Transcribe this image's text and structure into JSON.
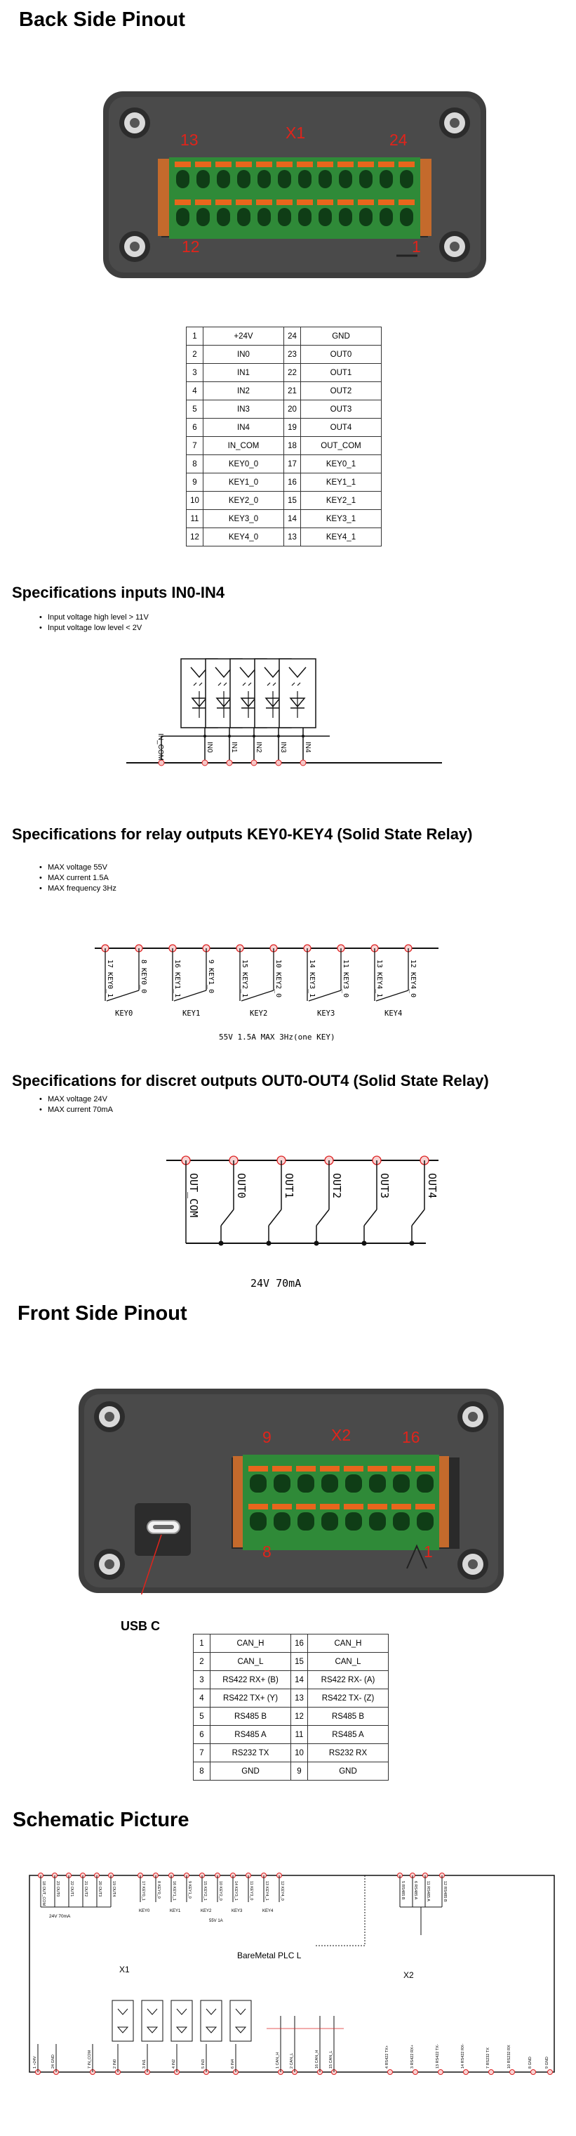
{
  "headings": {
    "back": "Back Side Pinout",
    "inputs": "Specifications inputs IN0-IN4",
    "relay": "Specifications for relay outputs KEY0-KEY4 (Solid State Relay)",
    "discrete": "Specifications for discret outputs OUT0-OUT4 (Solid State Relay)",
    "front": "Front Side Pinout",
    "schematic": "Schematic Picture"
  },
  "back_connector": {
    "name": "X1",
    "top_left": "13",
    "top_right": "24",
    "bottom_left": "12",
    "bottom_right": "1"
  },
  "back_table": [
    [
      "1",
      "+24V",
      "24",
      "GND"
    ],
    [
      "2",
      "IN0",
      "23",
      "OUT0"
    ],
    [
      "3",
      "IN1",
      "22",
      "OUT1"
    ],
    [
      "4",
      "IN2",
      "21",
      "OUT2"
    ],
    [
      "5",
      "IN3",
      "20",
      "OUT3"
    ],
    [
      "6",
      "IN4",
      "19",
      "OUT4"
    ],
    [
      "7",
      "IN_COM",
      "18",
      "OUT_COM"
    ],
    [
      "8",
      "KEY0_0",
      "17",
      "KEY0_1"
    ],
    [
      "9",
      "KEY1_0",
      "16",
      "KEY1_1"
    ],
    [
      "10",
      "KEY2_0",
      "15",
      "KEY2_1"
    ],
    [
      "11",
      "KEY3_0",
      "14",
      "KEY3_1"
    ],
    [
      "12",
      "KEY4_0",
      "13",
      "KEY4_1"
    ]
  ],
  "inputs_specs": [
    "Input voltage high level  > 11V",
    "Input voltage low level    < 2V"
  ],
  "inputs_diagram": {
    "labels": [
      "IN_COM",
      "IN0",
      "IN1",
      "IN2",
      "IN3",
      "IN4"
    ]
  },
  "relay_specs": [
    "MAX voltage 55V",
    "MAX current 1.5A",
    "MAX frequency 3Hz"
  ],
  "relay_diagram": {
    "pins": [
      "17 KEY0_1",
      "8 KEY0_0",
      "16 KEY1_1",
      "9 KEY1_0",
      "15 KEY2_1",
      "10 KEY2_0",
      "14 KEY3_1",
      "11 KEY3_0",
      "13 KEY4_1",
      "12 KEY4_0"
    ],
    "groups": [
      "KEY0",
      "KEY1",
      "KEY2",
      "KEY3",
      "KEY4"
    ],
    "caption": "55V 1.5A  MAX 3Hz(one KEY)"
  },
  "discrete_specs": [
    "MAX voltage 24V",
    "MAX current 70mA"
  ],
  "discrete_diagram": {
    "labels": [
      "OUT_COM",
      "OUT0",
      "OUT1",
      "OUT2",
      "OUT3",
      "OUT4"
    ],
    "caption": "24V 70mA"
  },
  "front_connector": {
    "name": "X2",
    "top_left": "9",
    "top_right": "16",
    "bottom_left": "8",
    "bottom_right": "1"
  },
  "usb_label": "USB C",
  "front_table": [
    [
      "1",
      "CAN_H",
      "16",
      "CAN_H"
    ],
    [
      "2",
      "CAN_L",
      "15",
      "CAN_L"
    ],
    [
      "3",
      "RS422 RX+ (B)",
      "14",
      "RS422 RX- (A)"
    ],
    [
      "4",
      "RS422 TX+ (Y)",
      "13",
      "RS422 TX- (Z)"
    ],
    [
      "5",
      "RS485 B",
      "12",
      "RS485 B"
    ],
    [
      "6",
      "RS485 A",
      "11",
      "RS485 A"
    ],
    [
      "7",
      "RS232 TX",
      "10",
      "RS232 RX"
    ],
    [
      "8",
      "GND",
      "9",
      "GND"
    ]
  ],
  "schematic": {
    "board": "BareMetal PLC L",
    "x1": "X1",
    "x2": "X2",
    "top_left_labels": [
      "18 OUT_COM",
      "23 OUT0",
      "22 OUT1",
      "21 OUT2",
      "20 OUT3",
      "19 OUT4"
    ],
    "top_key_labels": [
      "17 KEY0_1",
      "8 KEY0_0",
      "16 KEY1_1",
      "9 KEY1_0",
      "15 KEY2_1",
      "10 KEY2_0",
      "14 KEY3_1",
      "11 KEY3_0",
      "13 KEY4_1",
      "12 KEY4_0"
    ],
    "top_key_groups": [
      "KEY0",
      "KEY1",
      "KEY2",
      "KEY3",
      "KEY4"
    ],
    "top_right_labels": [
      "5 RS485 B",
      "6 RS485 A",
      "11 RS485 A",
      "12 RS485 B"
    ],
    "out_caption": "24V 70mA",
    "key_caption": "55V 1A",
    "bottom_left_labels": [
      "1 +24V",
      "24 GND",
      "7 IN_COM",
      "2 IN0",
      "3 IN1",
      "4 IN2",
      "5 IN3",
      "6 IN4"
    ],
    "bottom_can_labels": [
      "1 CAN_H",
      "2 CAN_L",
      "16 CAN_H",
      "15 CAN_L"
    ],
    "bottom_right_labels": [
      "4 RS422 TX+",
      "3 RS422 RX+",
      "13 RS422 TX-",
      "14 RS422 RX-",
      "7 RS232 TX",
      "10 RS232 RX",
      "8 GND",
      "9 GND"
    ]
  }
}
